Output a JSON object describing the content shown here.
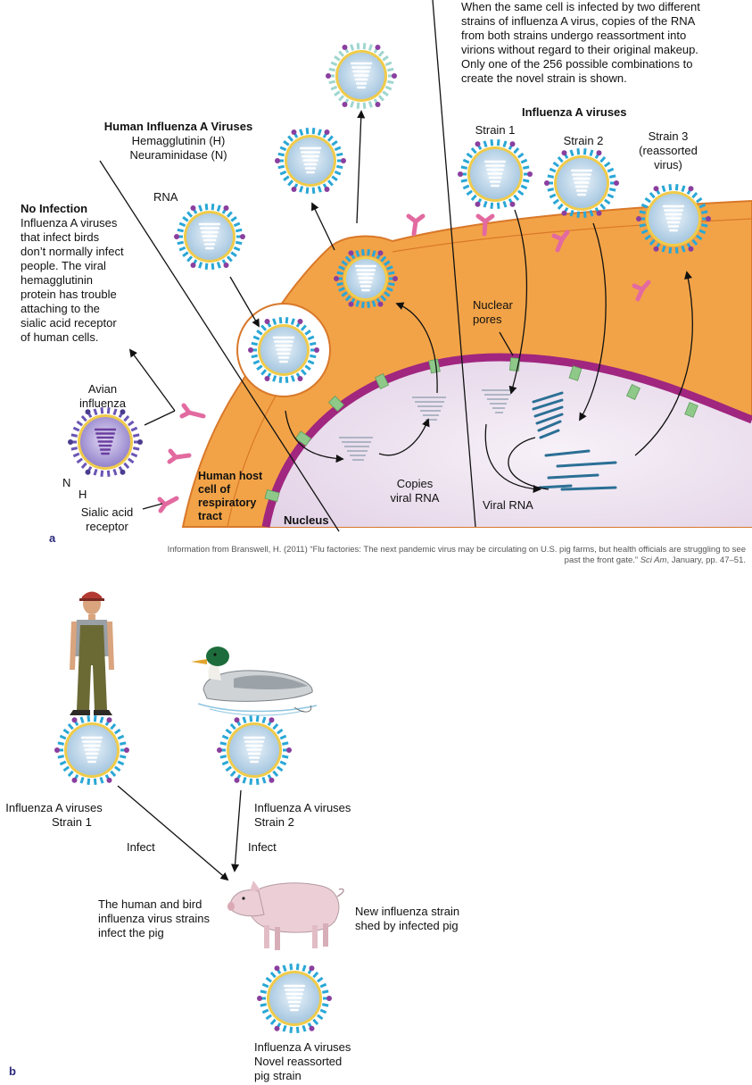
{
  "panel_a": {
    "letter": "a",
    "intro": [
      "When the same cell is infected by two different",
      "strains of influenza A virus, copies of the RNA",
      "from both strains undergo reassortment into",
      "virions without regard to their original makeup.",
      "Only one of the 256 possible combinations to",
      "create the novel strain is shown."
    ],
    "human_title": "Human Influenza A Viruses",
    "hemagglutinin": "Hemagglutinin (H)",
    "neuraminidase": "Neuraminidase (N)",
    "rna_label": "RNA",
    "no_infection_title": "No Infection",
    "no_infection_text": [
      "Influenza A viruses",
      "that infect birds",
      "don’t normally infect",
      "people. The viral",
      "hemagglutinin",
      "protein has trouble",
      "attaching to the",
      "sialic acid receptor",
      "of human cells."
    ],
    "avian": [
      "Avian",
      "influenza"
    ],
    "n_label": "N",
    "h_label": "H",
    "sialic": [
      "Sialic acid",
      "receptor"
    ],
    "host_cell": [
      "Human host",
      "cell of",
      "respiratory",
      "tract"
    ],
    "nucleus": "Nucleus",
    "copies": [
      "Copies",
      "viral RNA"
    ],
    "viral_rna": "Viral RNA",
    "nuclear_pores": [
      "Nuclear",
      "pores"
    ],
    "influenza_a_viruses": "Influenza A viruses",
    "strain1": "Strain 1",
    "strain2": "Strain 2",
    "strain3": [
      "Strain 3",
      "(reassorted",
      "virus)"
    ],
    "citation_1": "Information from Branswell, H. (2011) “Flu factories: The next pandemic virus may be circulating on U.S. pig farms, but health officials are struggling to see",
    "citation_2a": "past the front gate.” ",
    "citation_2b": "Sci Am",
    "citation_2c": ", January, pp. 47–51."
  },
  "panel_b": {
    "letter": "b",
    "human_strain": [
      "Influenza A viruses",
      "Strain 1"
    ],
    "bird_strain": [
      "Influenza A viruses",
      "Strain 2"
    ],
    "infect_1": "Infect",
    "infect_2": "Infect",
    "pig_infected": [
      "The human and bird",
      "influenza virus strains",
      "infect the pig"
    ],
    "new_strain": [
      "New influenza strain",
      "shed by infected pig"
    ],
    "novel": [
      "Influenza A viruses",
      "Novel reassorted",
      "pig strain"
    ]
  },
  "colors": {
    "cell": "#f2a347",
    "cell_edge": "#d9782a",
    "nucleus": "#ece0ef",
    "nucleus_edge": "#a0267f",
    "pore": "#8fc98a",
    "virus_spike": "#2aa7d6",
    "virus_core": "#bcd6ea",
    "avian_spike": "#6a55b5",
    "receptor": "#e26aa0"
  }
}
